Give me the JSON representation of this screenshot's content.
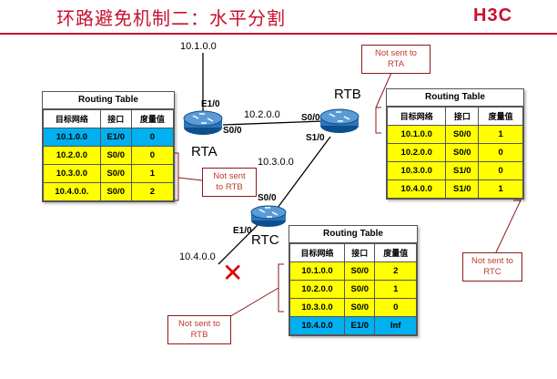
{
  "slide": {
    "title": "环路避免机制二：水平分割",
    "logo": "H3C"
  },
  "routers": {
    "a": "RTA",
    "b": "RTB",
    "c": "RTC"
  },
  "interfaces": {
    "rta_e10": "E1/0",
    "rta_s00": "S0/0",
    "rtb_s00": "S0/0",
    "rtb_s10": "S1/0",
    "rtc_s00": "S0/0",
    "rtc_e10": "E1/0"
  },
  "networks": {
    "n1": "10.1.0.0",
    "n2": "10.2.0.0",
    "n3": "10.3.0.0",
    "n4": "10.4.0.0"
  },
  "tables": {
    "rta": {
      "caption": "Routing Table",
      "headers": [
        "目标网络",
        "接口",
        "度量值"
      ],
      "rows": [
        [
          "10.1.0.0",
          "E1/0",
          "0"
        ],
        [
          "10.2.0.0",
          "S0/0",
          "0"
        ],
        [
          "10.3.0.0",
          "S0/0",
          "1"
        ],
        [
          "10.4.0.0.",
          "S0/0",
          "2"
        ]
      ]
    },
    "rtb": {
      "caption": "Routing Table",
      "headers": [
        "目标网络",
        "接口",
        "度量值"
      ],
      "rows": [
        [
          "10.1.0.0",
          "S0/0",
          "1"
        ],
        [
          "10.2.0.0",
          "S0/0",
          "0"
        ],
        [
          "10.3.0.0",
          "S1/0",
          "0"
        ],
        [
          "10.4.0.0",
          "S1/0",
          "1"
        ]
      ]
    },
    "rtc": {
      "caption": "Routing Table",
      "headers": [
        "目标网络",
        "接口",
        "度量值"
      ],
      "rows": [
        [
          "10.1.0.0",
          "S0/0",
          "2"
        ],
        [
          "10.2.0.0",
          "S0/0",
          "1"
        ],
        [
          "10.3.0.0",
          "S0/0",
          "0"
        ],
        [
          "10.4.0.0",
          "E1/0",
          "Inf"
        ]
      ]
    }
  },
  "notes": {
    "rta": [
      "Not sent",
      "to RTB"
    ],
    "rtb_top": [
      "Not sent to",
      "RTA"
    ],
    "rtb_bottom": [
      "Not sent to",
      "RTC"
    ],
    "rtc": [
      "Not sent to",
      "RTB"
    ]
  },
  "marks": {
    "unreachable": "✕"
  },
  "colors": {
    "title": "#c8102e",
    "yellow": "#ffff00",
    "blue": "#00b0f0",
    "note_text": "#c0392b"
  }
}
